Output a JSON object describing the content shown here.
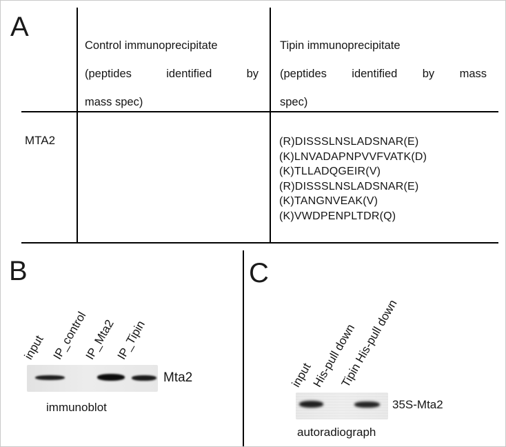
{
  "figure": {
    "panelA": {
      "label": "A",
      "table": {
        "row_header": "MTA2",
        "control_column": {
          "header_lines": [
            "Control immunoprecipitate",
            "(peptides identified by",
            "mass spec)"
          ],
          "peptides": []
        },
        "tipin_column": {
          "header_lines": [
            "Tipin immunoprecipitate",
            "(peptides identified by mass",
            "spec)"
          ],
          "peptides": [
            "(R)DISSSLNSLADSNAR(E)",
            "(K)LNVADAPNPVVFVATK(D)",
            "(K)TLLADQGEIR(V)",
            "(R)DISSSLNSLADSNAR(E)",
            "(K)TANGNVEAK(V)",
            "(K)VWDPENPLTDR(Q)"
          ]
        }
      }
    },
    "panelB": {
      "label": "B",
      "lane_labels": [
        "input",
        "IP_control",
        "IP_Mta2",
        "IP_Tipin"
      ],
      "band_label": "Mta2",
      "caption": "immunoblot"
    },
    "panelC": {
      "label": "C",
      "lane_labels": [
        "input",
        "His-pull down",
        "Tipin His-pull down"
      ],
      "band_label": "35S-Mta2",
      "caption": "autoradiograph"
    },
    "colors": {
      "text": "#141414",
      "line": "#000000",
      "blot_background": "#e9e9e9",
      "band": "#151515"
    }
  }
}
